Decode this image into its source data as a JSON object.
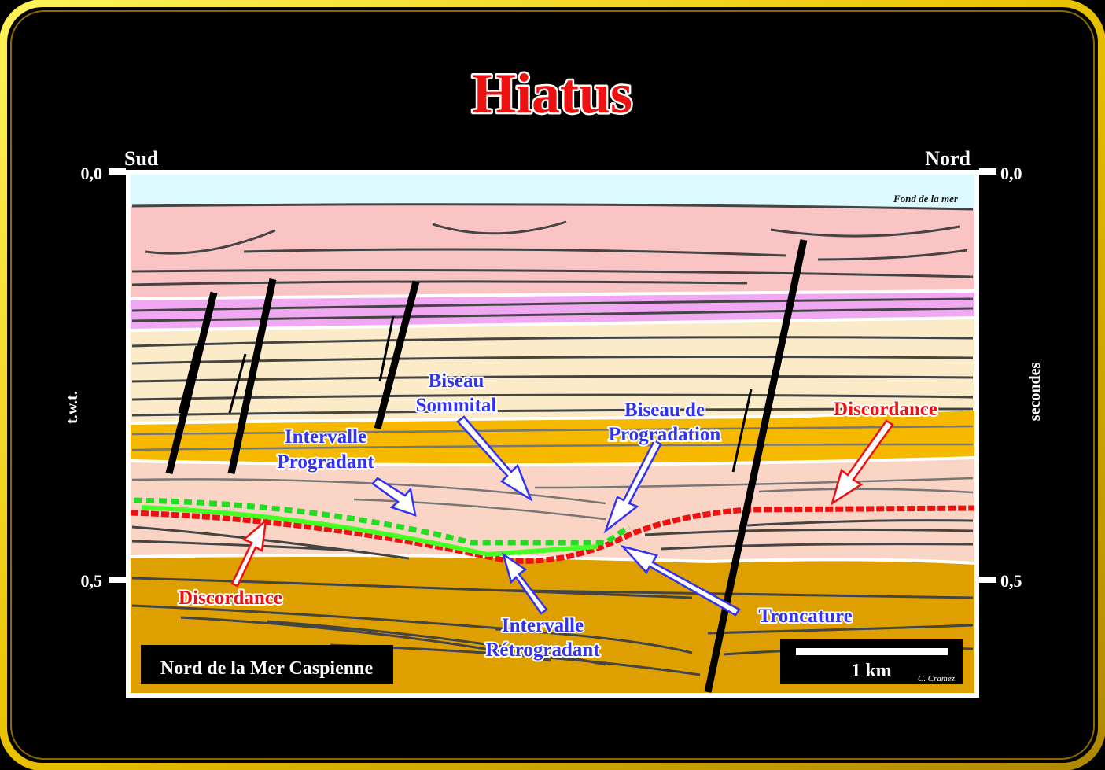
{
  "title": "Hiatus",
  "directions": {
    "left": "Sud",
    "right": "Nord"
  },
  "axis": {
    "left_label": "t.w.t.",
    "right_label": "secondes",
    "top_tick": "0,0",
    "bottom_tick": "0,5"
  },
  "labels": {
    "seafloor": "Fond de la mer",
    "biseau_sommital": [
      "Biseau",
      "Sommital"
    ],
    "biseau_progradation": [
      "Biseau de",
      "Progradation"
    ],
    "intervalle_progradant": [
      "Intervalle",
      "Progradant"
    ],
    "intervalle_retrogradant": [
      "Intervalle",
      "Rétrogradant"
    ],
    "discordance_left": "Discordance",
    "discordance_right": "Discordance",
    "troncature": "Troncature"
  },
  "location": "Nord de la Mer Caspienne",
  "scale": "1 km",
  "credit": "C. Cramez",
  "colors": {
    "title": "#ee1111",
    "frame": "#f5d800",
    "annotation": "#3333ee",
    "unconformity": "#ee1111",
    "interval": "#22dd22"
  }
}
